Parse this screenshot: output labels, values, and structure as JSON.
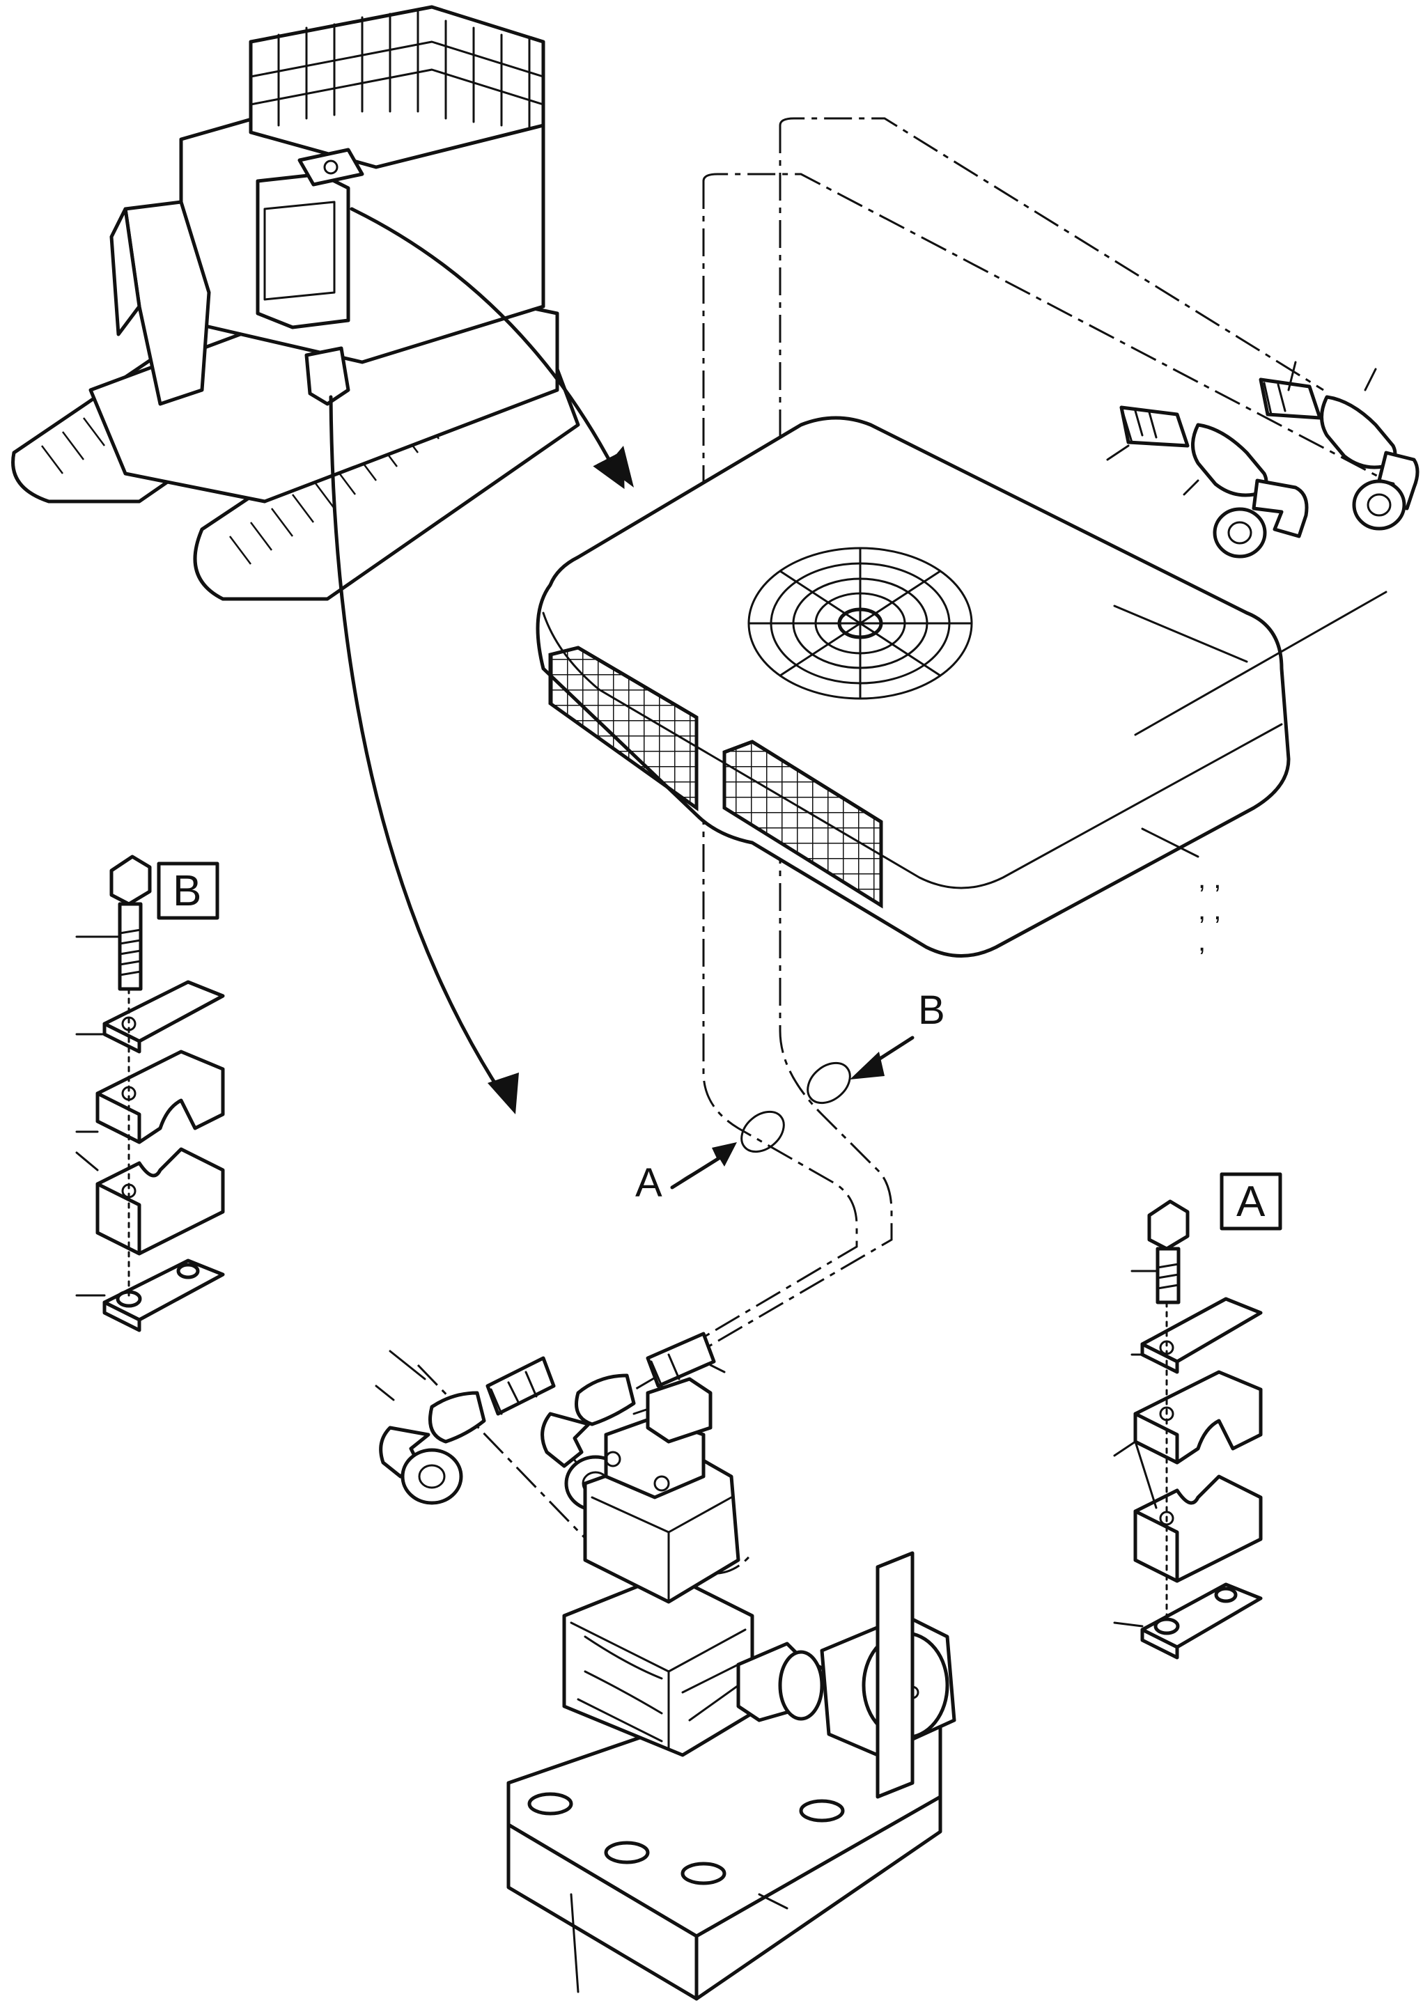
{
  "labels": {
    "view_a": "A",
    "view_b": "B",
    "pointer_a": "A",
    "pointer_b": "B"
  }
}
